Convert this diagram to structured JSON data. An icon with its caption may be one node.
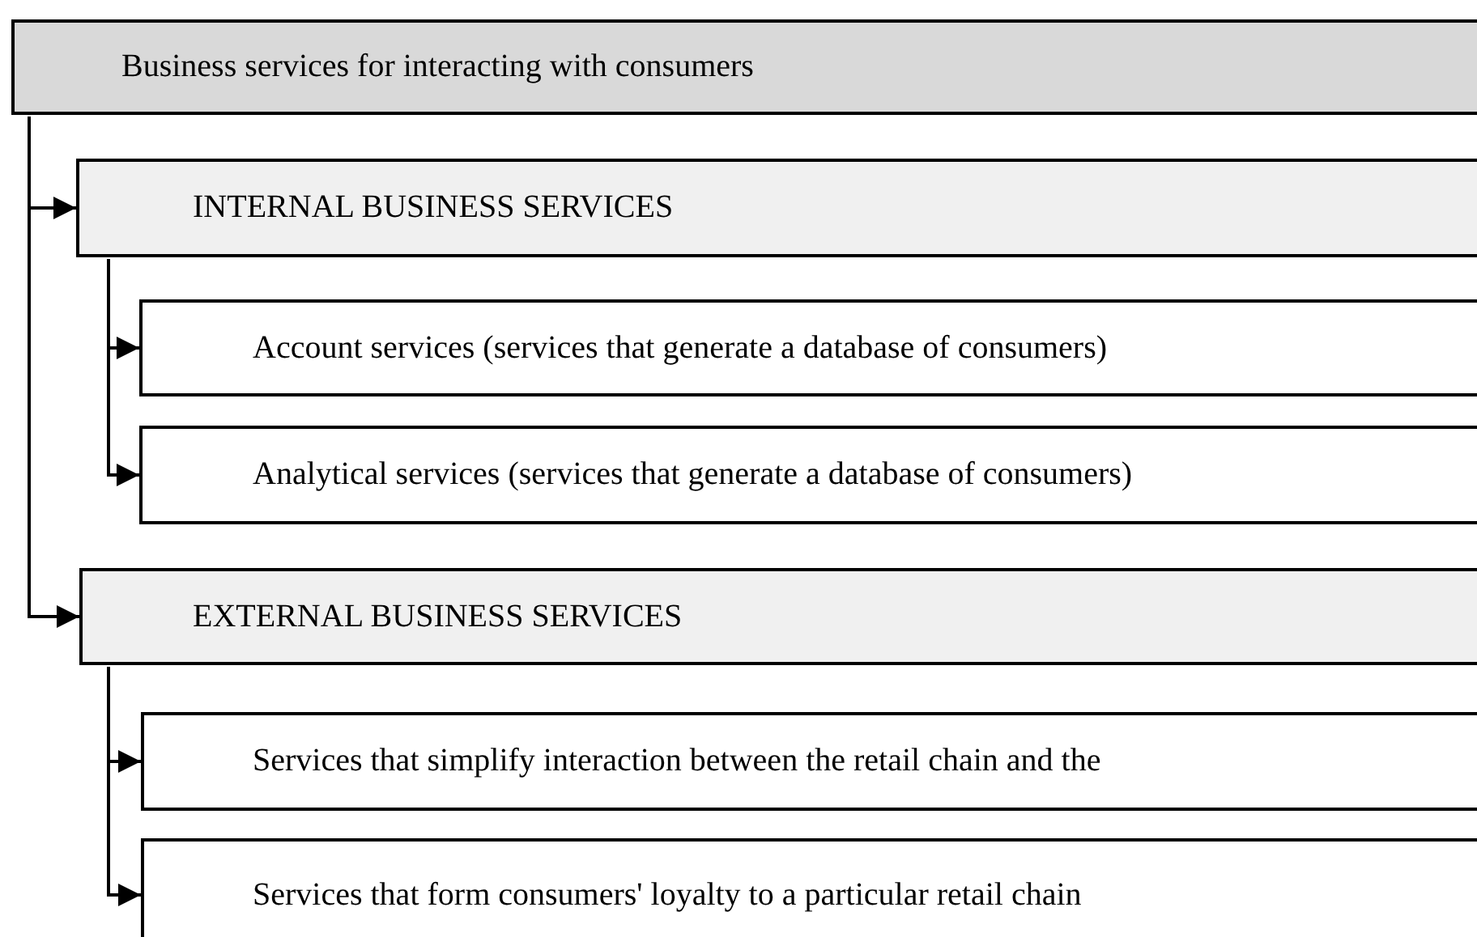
{
  "diagram": {
    "nodes": [
      {
        "text": [
          "Business services for interacting with consumers"
        ]
      },
      {
        "text": [
          "INTERNAL BUSINESS SERVICES"
        ]
      },
      {
        "text": [
          "Account services (services that generate a database of consumers)"
        ]
      },
      {
        "text": [
          "Analytical services (services that generate a database of consumers)"
        ]
      },
      {
        "text": [
          "EXTERNAL BUSINESS SERVICES"
        ]
      },
      {
        "text": [
          "Services that simplify interaction between the retail chain and the"
        ]
      },
      {
        "text": [
          "Services that form consumers' loyalty to a particular retail chain"
        ]
      }
    ],
    "edges": [
      {
        "from": 0,
        "to": 1,
        "arrow": "to"
      },
      {
        "from": 1,
        "to": 2,
        "arrow": "to"
      },
      {
        "from": 1,
        "to": 3,
        "arrow": "to"
      },
      {
        "from": 0,
        "to": 4,
        "arrow": "to"
      },
      {
        "from": 4,
        "to": 5,
        "arrow": "to"
      },
      {
        "from": 4,
        "to": 6,
        "arrow": "to"
      }
    ]
  }
}
